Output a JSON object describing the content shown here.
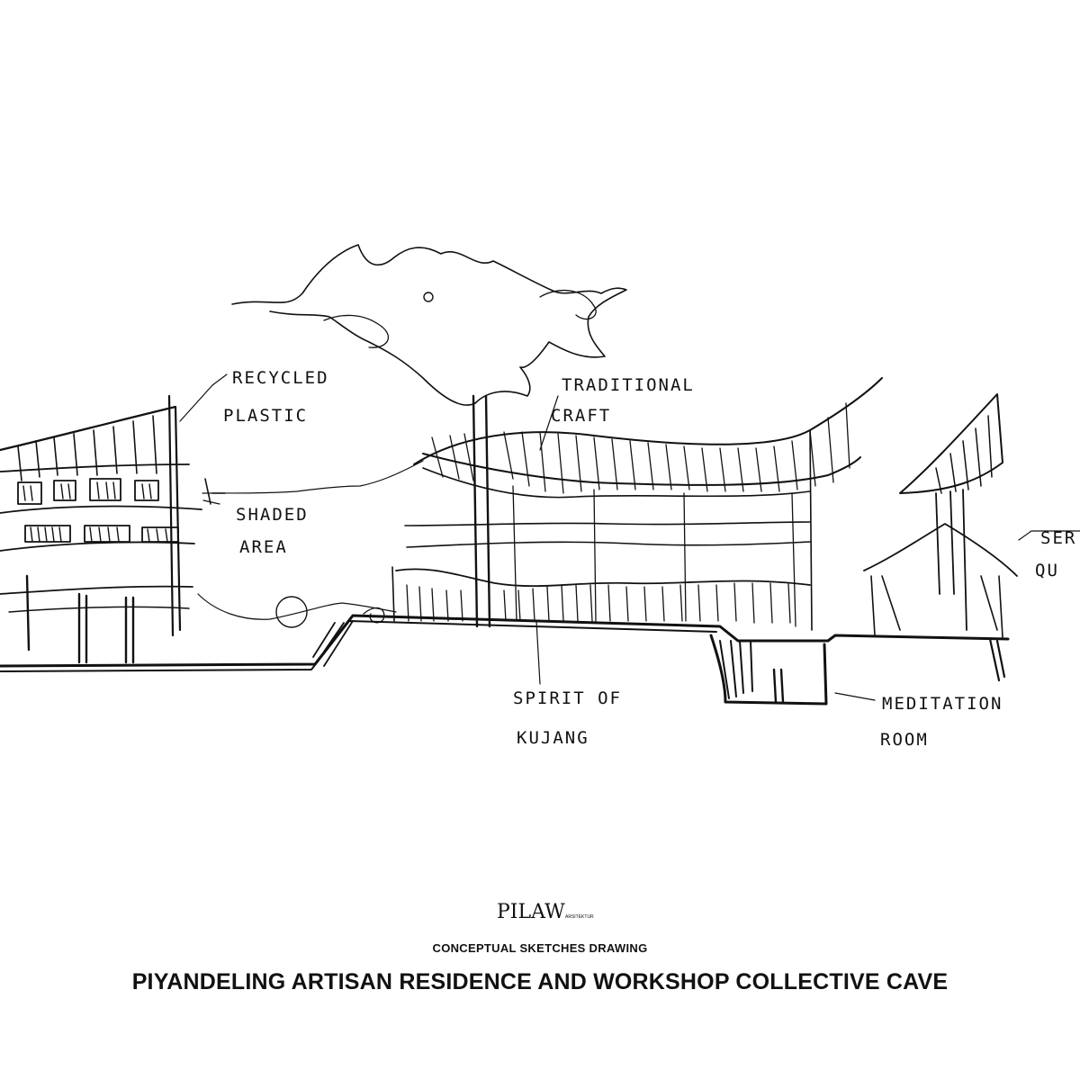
{
  "sketch": {
    "annotations": {
      "recycled_1": "RECYCLED",
      "recycled_2": "PLASTIC",
      "traditional_1": "TRADITIONAL",
      "traditional_2": "CRAFT",
      "shaded_1": "SHADED",
      "shaded_2": "AREA",
      "spirit_1": "SPIRIT OF",
      "spirit_2": "KUJANG",
      "meditation_1": "MEDITATION",
      "meditation_2": "ROOM",
      "cut_1": "SER",
      "cut_2": "QU"
    }
  },
  "logo": {
    "wordmark": "PILAW",
    "tagline": "ARSITEKTUR"
  },
  "caption": {
    "subtitle": "CONCEPTUAL SKETCHES DRAWING",
    "title": "PIYANDELING ARTISAN RESIDENCE AND WORKSHOP COLLECTIVE CAVE"
  }
}
